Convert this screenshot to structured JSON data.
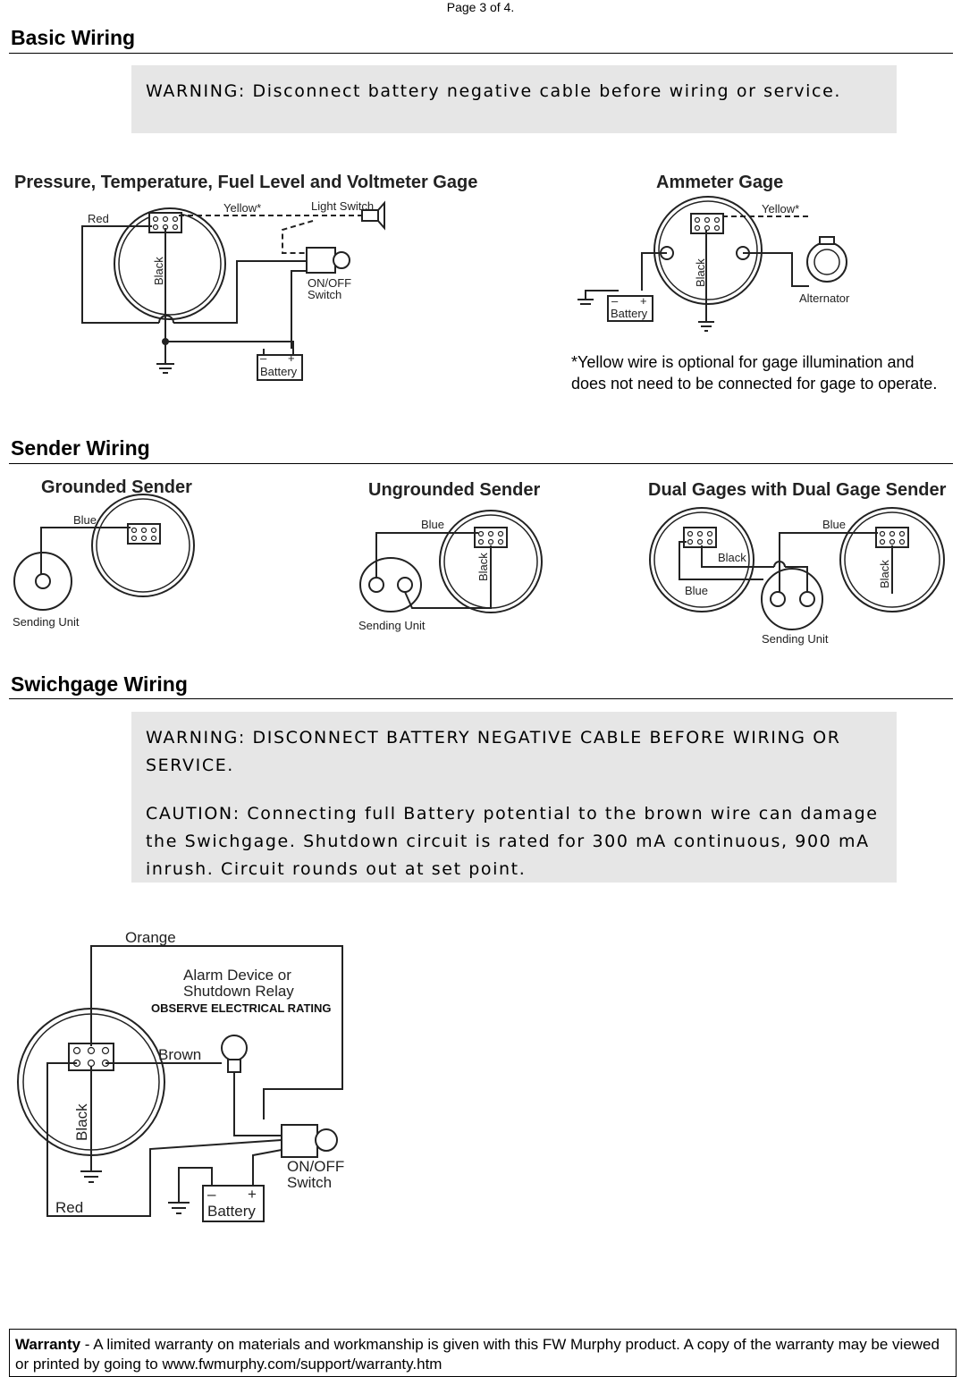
{
  "page": {
    "number": "Page 3 of 4."
  },
  "basic_wiring": {
    "title": "Basic Wiring",
    "warning": "WARNING:  Disconnect battery negative cable before wiring or service.",
    "diagram_left": {
      "title": "Pressure, Temperature, Fuel Level and Voltmeter Gage",
      "red": "Red",
      "yellow": "Yellow*",
      "light_switch": "Light Switch",
      "black": "Black",
      "on_off": "ON/OFF",
      "switch": "Switch",
      "battery": "Battery",
      "minus": "–",
      "plus": "+"
    },
    "diagram_right": {
      "title": "Ammeter Gage",
      "yellow": "Yellow*",
      "black": "Black",
      "alternator": "Alternator",
      "battery": "Battery",
      "minus": "–",
      "plus": "+"
    },
    "note": "*Yellow wire is optional for gage illumination and does not need to be connected for gage to operate."
  },
  "sender_wiring": {
    "title": "Sender Wiring",
    "grounded": {
      "title": "Grounded Sender",
      "blue": "Blue",
      "sending_unit": "Sending Unit"
    },
    "ungrounded": {
      "title": "Ungrounded Sender",
      "blue": "Blue",
      "black": "Black",
      "sending_unit": "Sending Unit"
    },
    "dual": {
      "title": "Dual Gages with Dual Gage Sender",
      "blue_top": "Blue",
      "black_mid": "Black",
      "blue_left": "Blue",
      "black_right": "Black",
      "sending_unit": "Sending Unit"
    }
  },
  "swichgage_wiring": {
    "title": "Swichgage Wiring",
    "warning": "WARNING:  DISCONNECT BATTERY NEGATIVE CABLE BEFORE WIRING OR SERVICE.",
    "caution": "CAUTION:  Connecting full Battery potential to the brown wire can damage the Swichgage.  Shutdown circuit is rated for 300 mA continuous, 900 mA inrush.  Circuit rounds out at set point.",
    "diagram": {
      "orange": "Orange",
      "alarm_line1": "Alarm Device or",
      "alarm_line2": "Shutdown Relay",
      "observe": "OBSERVE ELECTRICAL RATING",
      "brown": "Brown",
      "black": "Black",
      "red": "Red",
      "on_off": "ON/OFF",
      "switch": "Switch",
      "battery": "Battery",
      "minus": "–",
      "plus": "+"
    }
  },
  "warranty": {
    "label": "Warranty",
    "text": " - A limited warranty on materials and workmanship is given with this FW Murphy product.  A copy of the warranty may be viewed or printed by going to www.fwmurphy.com/support/warranty.htm"
  }
}
